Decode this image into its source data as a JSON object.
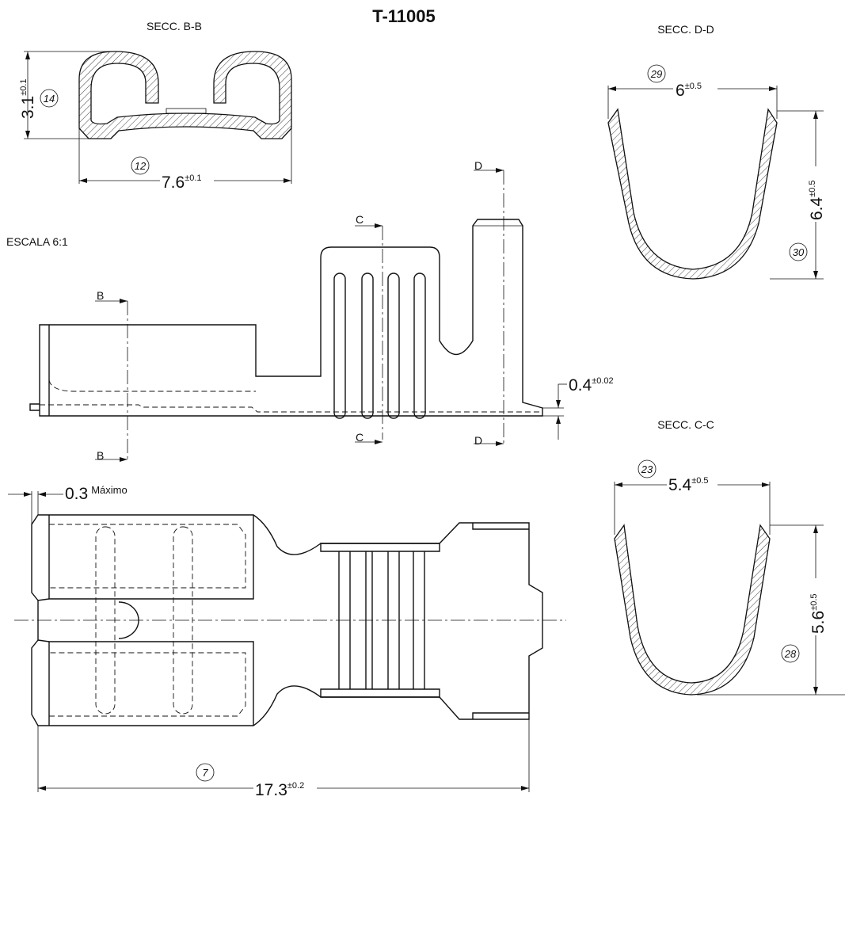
{
  "title": "T-11005",
  "scale": "ESCALA 6:1",
  "sections": {
    "bb": "SECC. B-B",
    "dd": "SECC. D-D",
    "cc": "SECC. C-C"
  },
  "markers": {
    "b": "B",
    "c": "C",
    "d": "D"
  },
  "dimensions": {
    "bb_height": {
      "value": "3.1",
      "tol": "±0.1"
    },
    "bb_width": {
      "value": "7.6",
      "tol": "±0.1"
    },
    "dd_width": {
      "value": "6",
      "tol": "±0.5"
    },
    "dd_height": {
      "value": "6.4",
      "tol": "±0.5"
    },
    "thickness": {
      "value": "0.4",
      "tol": "±0.02"
    },
    "lip": {
      "value": "0.3",
      "tol": "Máximo"
    },
    "length": {
      "value": "17.3",
      "tol": "±0.2"
    },
    "cc_width": {
      "value": "5.4",
      "tol": "±0.5"
    },
    "cc_height": {
      "value": "5.6",
      "tol": "±0.5"
    }
  },
  "balloons": {
    "b14": "14",
    "b12": "12",
    "b29": "29",
    "b30": "30",
    "b23": "23",
    "b28": "28",
    "b7": "7"
  }
}
